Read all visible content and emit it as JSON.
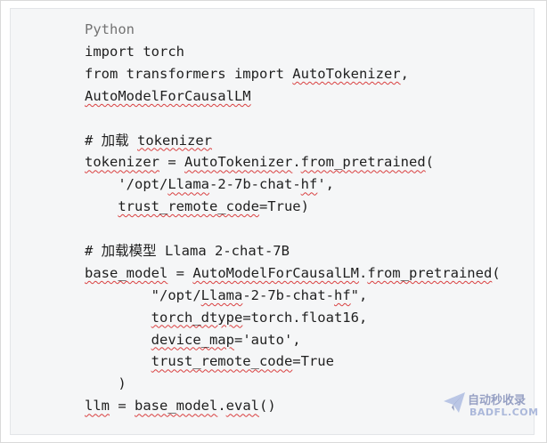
{
  "code": {
    "language": "Python",
    "lines": [
      [
        "import torch"
      ],
      [
        "from transformers import ",
        {
          "t": "AutoTokenizer",
          "sq": true
        },
        ","
      ],
      [
        {
          "t": "AutoModelForCausalLM",
          "sq": true
        }
      ],
      [
        ""
      ],
      [
        "# 加载 ",
        {
          "t": "tokenizer",
          "sq": true
        }
      ],
      [
        {
          "t": "tokenizer",
          "sq": true
        },
        " = ",
        {
          "t": "AutoTokenizer",
          "sq": true
        },
        ".",
        {
          "t": "from_pretrained",
          "sq": true
        },
        "("
      ],
      [
        "    '/opt/",
        {
          "t": "Llama",
          "sq": true
        },
        "-2-7b-chat-",
        {
          "t": "hf",
          "sq": true
        },
        "',"
      ],
      [
        "    ",
        {
          "t": "trust_remote_code",
          "sq": true
        },
        "=True)"
      ],
      [
        ""
      ],
      [
        "# 加载模型 Llama 2-chat-7B"
      ],
      [
        {
          "t": "base_model",
          "sq": true
        },
        " = ",
        {
          "t": "AutoModelForCausalLM",
          "sq": true
        },
        ".",
        {
          "t": "from_pretrained",
          "sq": true
        },
        "("
      ],
      [
        "        \"/opt/",
        {
          "t": "Llama",
          "sq": true
        },
        "-2-7b-chat-",
        {
          "t": "hf",
          "sq": true
        },
        "\","
      ],
      [
        "        ",
        {
          "t": "torch_dtype",
          "sq": true
        },
        "=torch.float16,"
      ],
      [
        "        ",
        {
          "t": "device_map",
          "sq": true
        },
        "='auto',"
      ],
      [
        "        ",
        {
          "t": "trust_remote_code",
          "sq": true
        },
        "=True"
      ],
      [
        "    )"
      ],
      [
        {
          "t": "llm",
          "sq": true
        },
        " = ",
        {
          "t": "base_model",
          "sq": true
        },
        ".",
        {
          "t": "eval",
          "sq": true
        },
        "()"
      ]
    ]
  },
  "watermark": {
    "title": "自动秒收录",
    "subtitle": "BADFL.COM",
    "logo_icon": "paper-plane-icon",
    "colors": {
      "title": "#4a5a9a",
      "subtitle": "#6f86c4"
    }
  },
  "colors": {
    "panel_bg": "#f5f6f7",
    "code_text": "#1f1f1f",
    "label_text": "#737373",
    "squiggle": "#d94040"
  }
}
